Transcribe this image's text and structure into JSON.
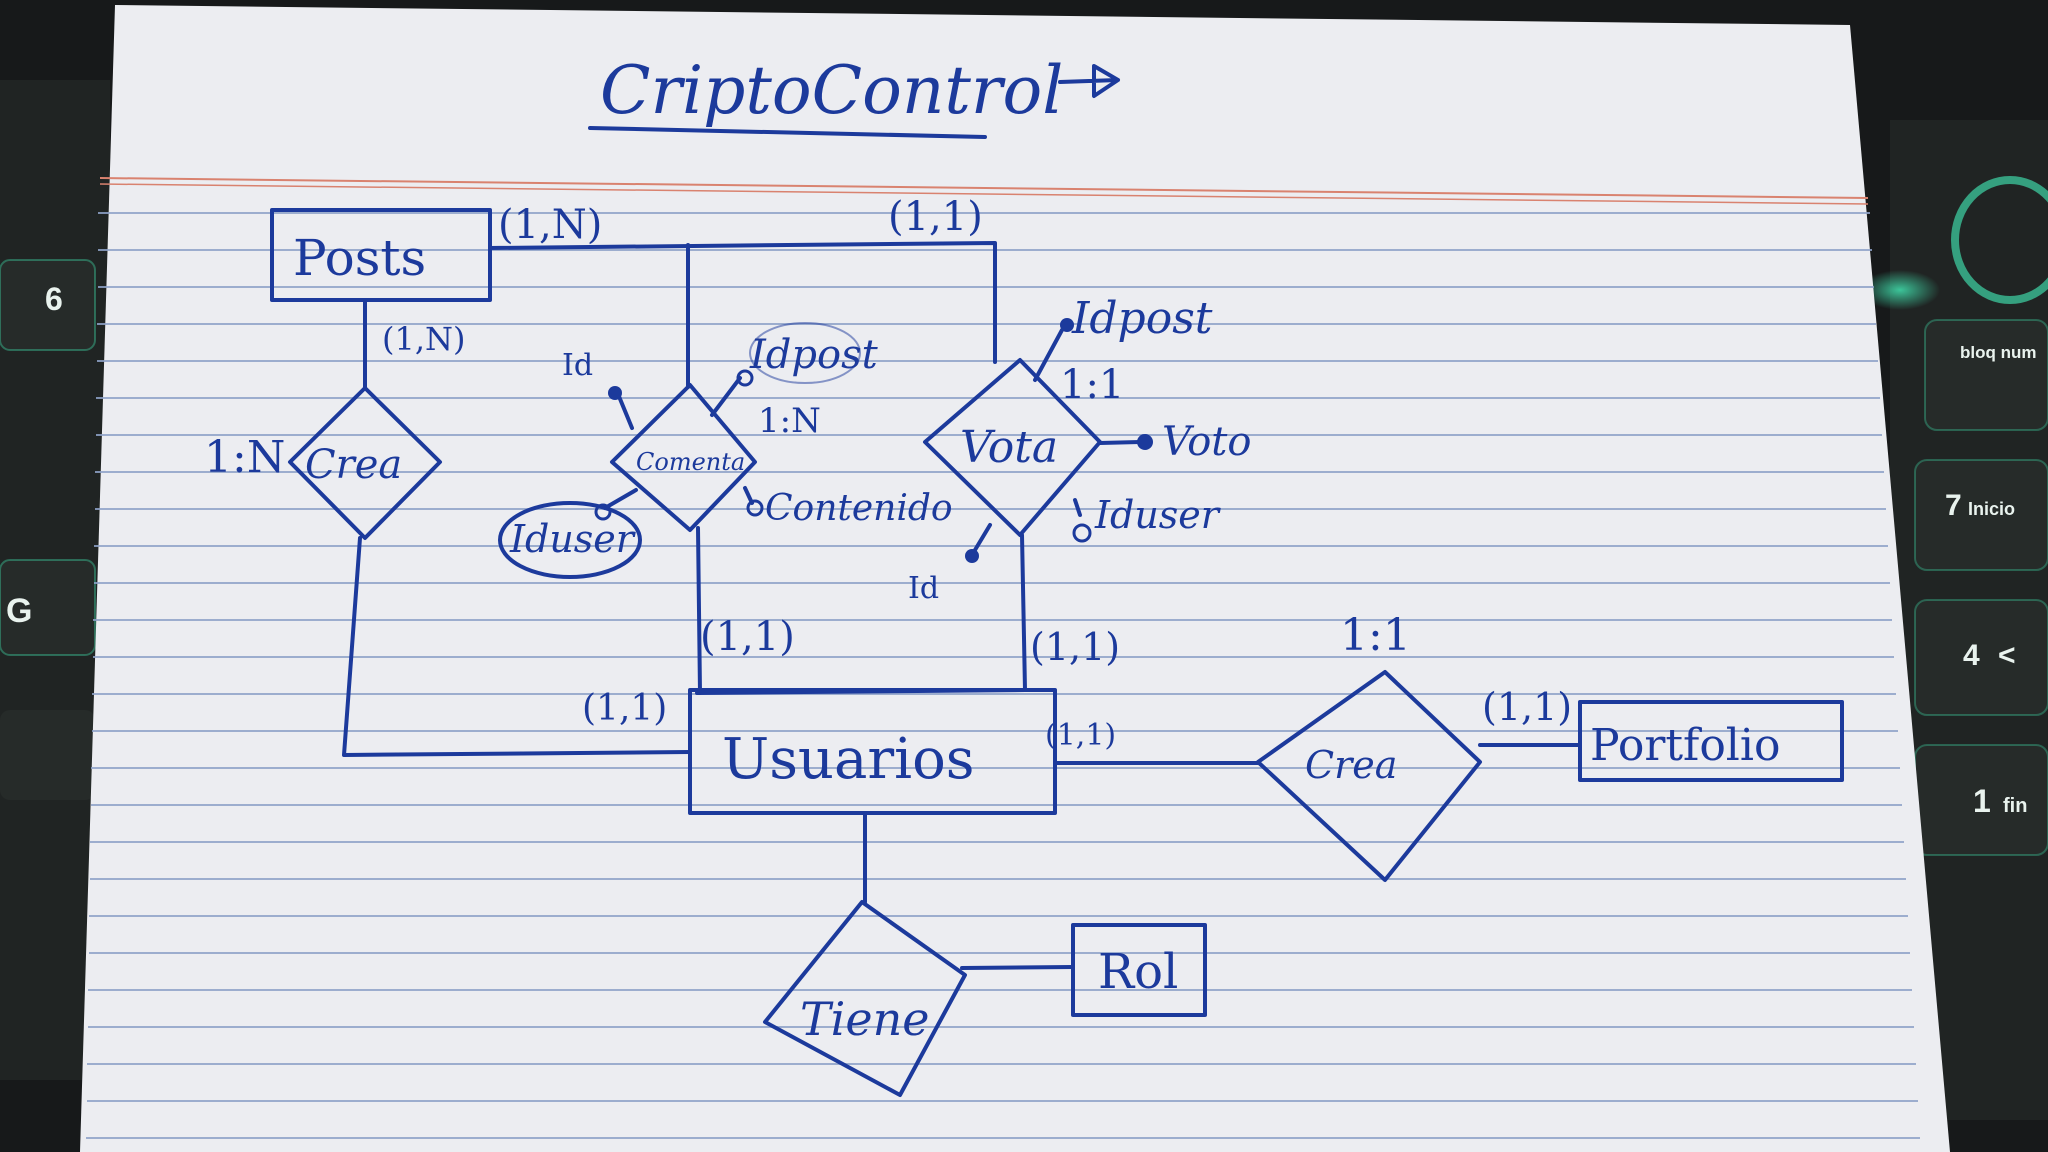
{
  "card": {
    "title": "CriptoControl",
    "title_arrow": "→"
  },
  "entities": [
    {
      "id": "posts",
      "label": "Posts"
    },
    {
      "id": "usuarios",
      "label": "Usuarios"
    },
    {
      "id": "portfolio",
      "label": "Portfolio"
    },
    {
      "id": "rol",
      "label": "Rol"
    }
  ],
  "relationships": [
    {
      "id": "crea-posts",
      "label": "Crea",
      "ratio": "1:N"
    },
    {
      "id": "comenta",
      "label": "Comenta",
      "ratio": "1:N"
    },
    {
      "id": "vota",
      "label": "Vota",
      "ratio": "1:1"
    },
    {
      "id": "crea-portfolio",
      "label": "Crea",
      "ratio": "1:1"
    },
    {
      "id": "tiene",
      "label": "Tiene"
    }
  ],
  "attributes": {
    "comenta": [
      "Id",
      "Idpost",
      "Iduser",
      "Contenido"
    ],
    "vota": [
      "Idpost",
      "Voto",
      "Iduser",
      "Id"
    ]
  },
  "cardinalities": {
    "posts_top_left": "(1,N)",
    "posts_top_right": "(1,1)",
    "posts_crea": "(1,N)",
    "usuarios_crea": "(1,1)",
    "usuarios_comenta": "(1,1)",
    "usuarios_vota": "(1,1)",
    "usuarios_portfolio": "(1,1)",
    "portfolio_crea": "(1,1)"
  },
  "keyboard": {
    "left_keys": [
      "6",
      "G"
    ],
    "right_keys": [
      {
        "main": "",
        "sub": "bloq num"
      },
      {
        "main": "7",
        "sub": "Inicio"
      },
      {
        "main": "4",
        "sub": "<"
      },
      {
        "main": "1",
        "sub": "fin"
      }
    ]
  },
  "colors": {
    "ink": "#1c3a9c",
    "paper": "#ecedf1",
    "rule_blue": "#8fa3c9",
    "rule_red": "#d9826f",
    "key_glow": "#3fd6a6"
  }
}
